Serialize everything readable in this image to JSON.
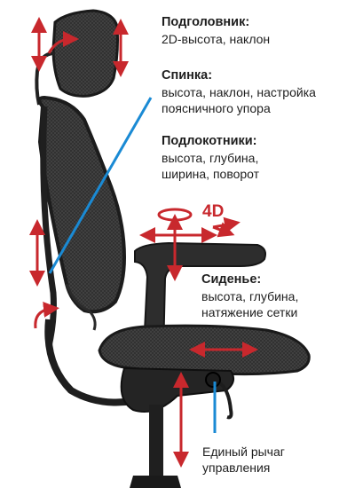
{
  "features": {
    "headrest": {
      "title": "Подголовник:",
      "lines": [
        "2D-высота, наклон"
      ]
    },
    "backrest": {
      "title": "Спинка:",
      "lines": [
        "высота, наклон, настройка",
        "поясничного упора"
      ]
    },
    "armrests": {
      "title": "Подлокотники:",
      "lines": [
        "высота, глубина,",
        "ширина, поворот"
      ]
    },
    "seat": {
      "title": "Сиденье:",
      "lines": [
        "высота, глубина,",
        "натяжение сетки"
      ]
    }
  },
  "armrest_badge": "4D",
  "lever": {
    "lines": [
      "Единый рычаг",
      "управления"
    ]
  },
  "colors": {
    "arrow_red": "#c8282d",
    "pointer_blue": "#1a8ad4",
    "chair_body": "#2b2b2b",
    "mesh": "#3a3a3a"
  }
}
